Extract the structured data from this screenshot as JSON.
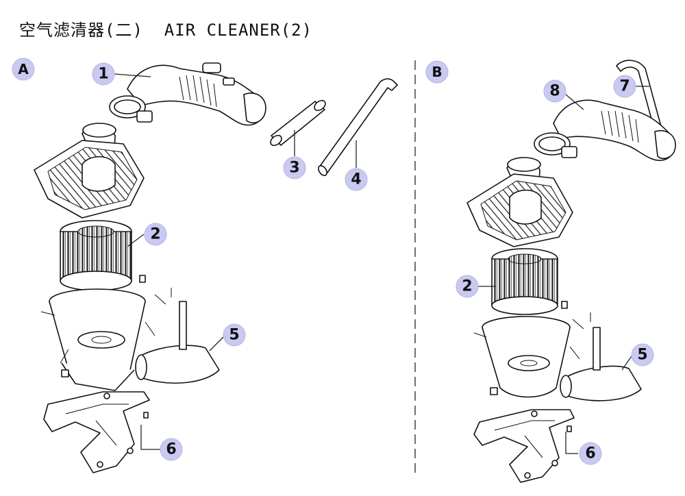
{
  "title": "空气滤清器(二)  AIR CLEANER(2)",
  "sections": [
    {
      "id": "A",
      "label": "A"
    },
    {
      "id": "B",
      "label": "B"
    }
  ],
  "callouts": {
    "A": [
      {
        "number": "1",
        "part": "intake-hose"
      },
      {
        "number": "2",
        "part": "filter-element"
      },
      {
        "number": "3",
        "part": "short-pipe"
      },
      {
        "number": "4",
        "part": "long-bent-pipe"
      },
      {
        "number": "5",
        "part": "air-duct"
      },
      {
        "number": "6",
        "part": "mounting-bracket"
      }
    ],
    "B": [
      {
        "number": "8",
        "part": "intake-hose"
      },
      {
        "number": "7",
        "part": "breather-hose"
      },
      {
        "number": "2",
        "part": "filter-element"
      },
      {
        "number": "5",
        "part": "air-duct"
      },
      {
        "number": "6",
        "part": "mounting-bracket"
      }
    ]
  },
  "colors": {
    "callout_fill": "#c9c9f2",
    "line": "#111111",
    "background": "#ffffff"
  }
}
